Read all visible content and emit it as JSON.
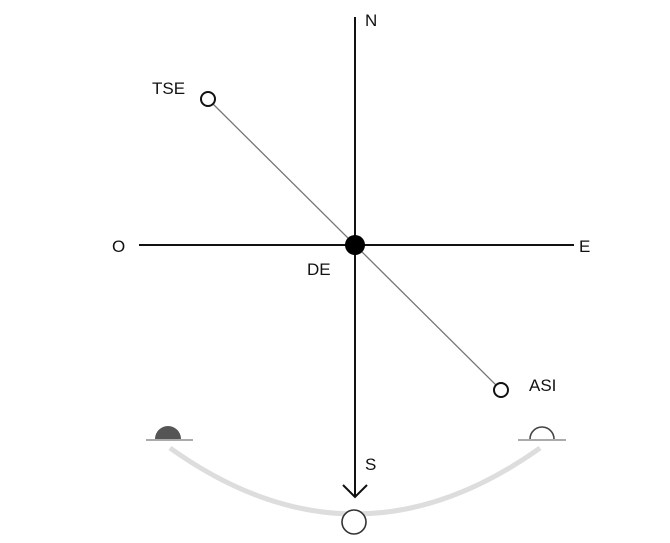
{
  "compass": {
    "north": "N",
    "south": "S",
    "east": "E",
    "west": "O"
  },
  "points": {
    "center": "DE",
    "upper_left": "TSE",
    "lower_right": "ASI"
  },
  "colors": {
    "axis": "#111111",
    "diagonal": "#777777",
    "arc": "#dddddd",
    "horizon_line": "#aaaaaa",
    "filled_dome": "#555555",
    "outline_dome": "#444444"
  },
  "icons": {
    "left_horizon": "sunrise-dome-filled-icon",
    "right_horizon": "sunset-dome-outline-icon",
    "bottom": "circle-marker-icon"
  }
}
